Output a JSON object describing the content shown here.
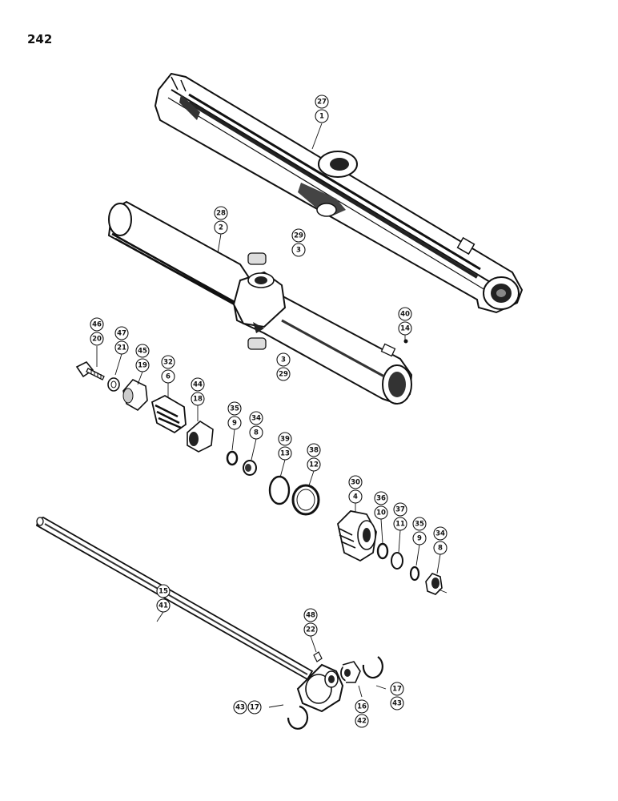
{
  "page_number": "242",
  "callouts": [
    {
      "id": "c-27",
      "label": "27"
    },
    {
      "id": "c-1",
      "label": "1"
    },
    {
      "id": "c-28",
      "label": "28"
    },
    {
      "id": "c-2",
      "label": "2"
    },
    {
      "id": "c-29a",
      "label": "29"
    },
    {
      "id": "c-3a",
      "label": "3"
    },
    {
      "id": "c-3b",
      "label": "3"
    },
    {
      "id": "c-29b",
      "label": "29"
    },
    {
      "id": "c-40",
      "label": "40"
    },
    {
      "id": "c-14",
      "label": "14"
    },
    {
      "id": "c-46",
      "label": "46"
    },
    {
      "id": "c-20",
      "label": "20"
    },
    {
      "id": "c-47",
      "label": "47"
    },
    {
      "id": "c-21",
      "label": "21"
    },
    {
      "id": "c-45",
      "label": "45"
    },
    {
      "id": "c-19",
      "label": "19"
    },
    {
      "id": "c-32",
      "label": "32"
    },
    {
      "id": "c-6",
      "label": "6"
    },
    {
      "id": "c-44",
      "label": "44"
    },
    {
      "id": "c-18",
      "label": "18"
    },
    {
      "id": "c-35a",
      "label": "35"
    },
    {
      "id": "c-9a",
      "label": "9"
    },
    {
      "id": "c-34a",
      "label": "34"
    },
    {
      "id": "c-8a",
      "label": "8"
    },
    {
      "id": "c-39",
      "label": "39"
    },
    {
      "id": "c-13",
      "label": "13"
    },
    {
      "id": "c-38",
      "label": "38"
    },
    {
      "id": "c-12",
      "label": "12"
    },
    {
      "id": "c-30",
      "label": "30"
    },
    {
      "id": "c-4",
      "label": "4"
    },
    {
      "id": "c-36",
      "label": "36"
    },
    {
      "id": "c-10",
      "label": "10"
    },
    {
      "id": "c-37",
      "label": "37"
    },
    {
      "id": "c-11",
      "label": "11"
    },
    {
      "id": "c-35b",
      "label": "35"
    },
    {
      "id": "c-9b",
      "label": "9"
    },
    {
      "id": "c-34b",
      "label": "34"
    },
    {
      "id": "c-8b",
      "label": "8"
    },
    {
      "id": "c-15",
      "label": "15"
    },
    {
      "id": "c-41",
      "label": "41"
    },
    {
      "id": "c-48",
      "label": "48"
    },
    {
      "id": "c-22",
      "label": "22"
    },
    {
      "id": "c-17a",
      "label": "17"
    },
    {
      "id": "c-43a",
      "label": "43"
    },
    {
      "id": "c-16",
      "label": "16"
    },
    {
      "id": "c-42",
      "label": "42"
    },
    {
      "id": "c-43b",
      "label": "43"
    },
    {
      "id": "c-17b",
      "label": "17"
    }
  ]
}
